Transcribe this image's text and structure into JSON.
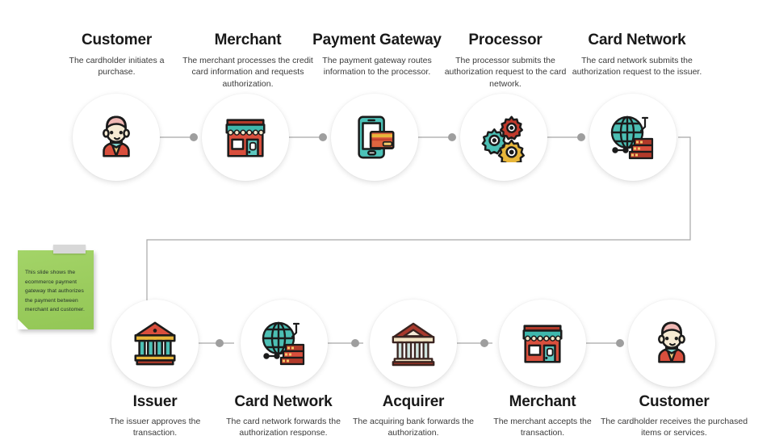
{
  "slide": {
    "title_hidden": "Ecommerce payment gateway authorization flow",
    "background_color": "#ffffff",
    "connector_color": "#a8a8a8",
    "dot_color": "#9e9e9e"
  },
  "note": {
    "name": "speaker-note",
    "text": "This slide shows the ecommerce payment gateway that authorizes the payment between merchant and customer.",
    "color": "#9ccd5f",
    "tape_color": "#d8d8d8"
  },
  "top_row": [
    {
      "id": "customer",
      "icon": "customer-person-icon",
      "title": "Customer",
      "description": "The cardholder initiates a purchase."
    },
    {
      "id": "merchant",
      "icon": "merchant-store-icon",
      "title": "Merchant",
      "description": "The merchant processes the credit card information and requests authorization."
    },
    {
      "id": "payment-gateway",
      "icon": "mobile-payment-card-icon",
      "title": "Payment Gateway",
      "description": "The payment gateway routes information to the processor."
    },
    {
      "id": "processor",
      "icon": "gears-processor-icon",
      "title": "Processor",
      "description": "The processor submits the authorization request to the card network."
    },
    {
      "id": "card-network",
      "icon": "globe-network-server-icon",
      "title": "Card Network",
      "description": "The card network submits the authorization request to the issuer."
    }
  ],
  "bottom_row": [
    {
      "id": "issuer",
      "icon": "bank-issuer-icon",
      "title": "Issuer",
      "description": "The issuer approves the transaction."
    },
    {
      "id": "card-network-return",
      "icon": "globe-network-server-icon",
      "title": "Card Network",
      "description": "The card network forwards the authorization response."
    },
    {
      "id": "acquirer",
      "icon": "bank-acquirer-icon",
      "title": "Acquirer",
      "description": "The acquiring bank forwards the authorization."
    },
    {
      "id": "merchant-return",
      "icon": "merchant-store-icon",
      "title": "Merchant",
      "description": "The merchant accepts the transaction."
    },
    {
      "id": "customer-return",
      "icon": "customer-person-icon",
      "title": "Customer",
      "description": "The cardholder receives the purchased items or services."
    }
  ],
  "palette": {
    "teal": "#3fb8ad",
    "red": "#d94f3d",
    "dark_red": "#b23a2a",
    "gold": "#e8b63a",
    "cream": "#f4e6c8",
    "outline": "#1b1b1b",
    "pink": "#f0b8b4"
  }
}
